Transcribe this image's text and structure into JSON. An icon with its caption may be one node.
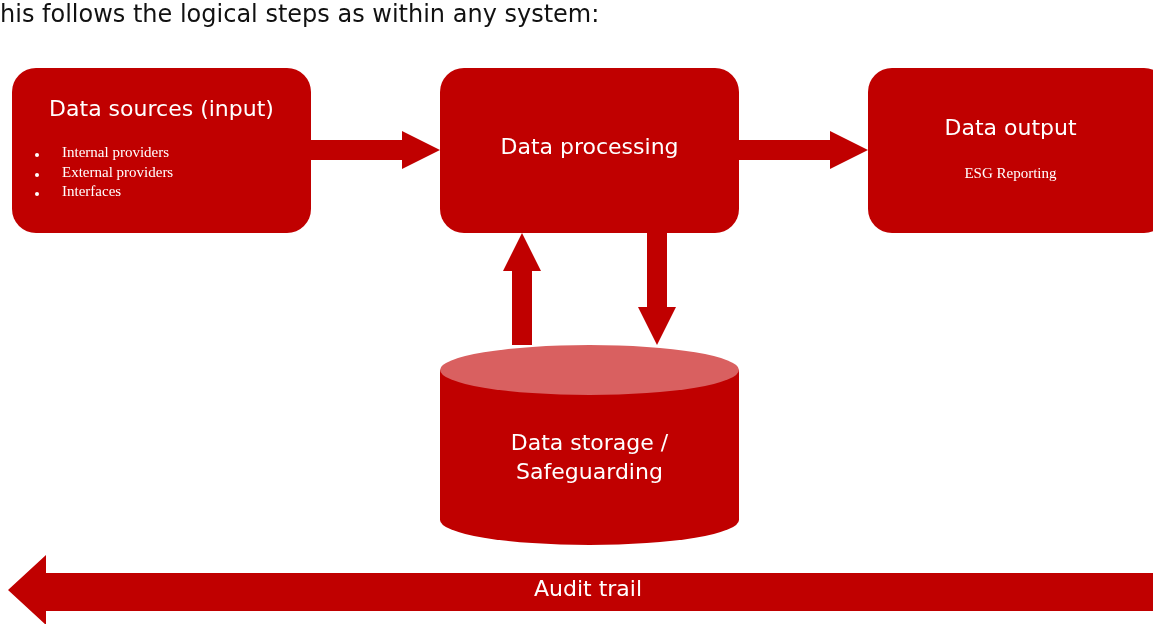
{
  "diagram": {
    "nodes": [
      {
        "text": [
          "Data sources (input)",
          "Internal providers",
          "External providers",
          "Interfaces"
        ]
      },
      {
        "text": [
          "Data processing"
        ]
      },
      {
        "text": [
          "Data output",
          "ESG Reporting"
        ]
      },
      {
        "text": [
          "Data storage / Safeguarding"
        ]
      },
      {
        "text": [
          "Audit trail"
        ]
      }
    ],
    "edges": [
      {
        "from": 0,
        "to": 1,
        "arrow": "to"
      },
      {
        "from": 1,
        "to": 2,
        "arrow": "to"
      },
      {
        "from": 3,
        "to": 1,
        "arrow": "to"
      },
      {
        "from": 1,
        "to": 3,
        "arrow": "to"
      }
    ],
    "labels": [
      "his follows the logical steps as within any system:"
    ]
  }
}
